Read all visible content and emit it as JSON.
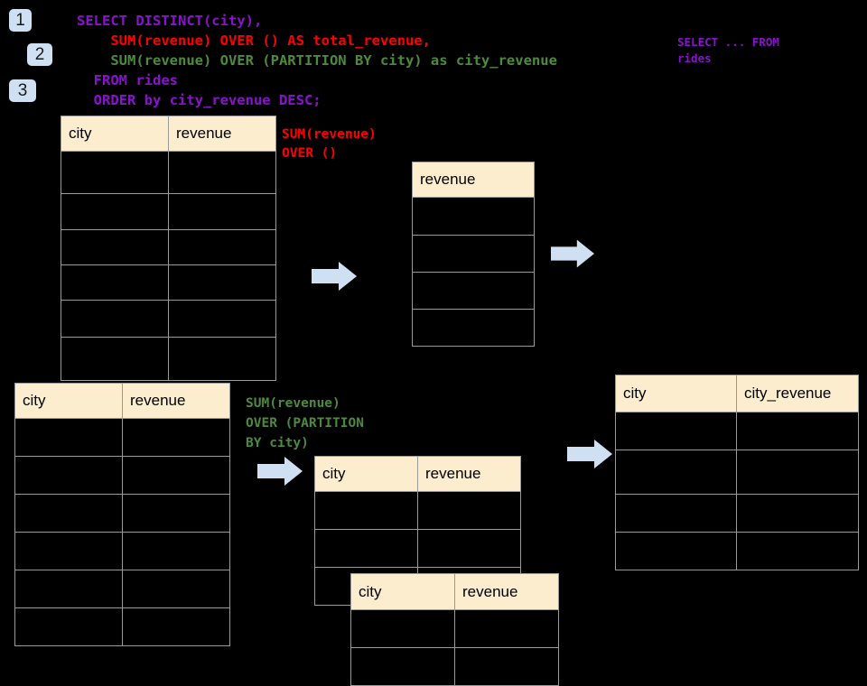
{
  "diagram": {
    "title": "SQL window function execution diagram",
    "background_color": "#000000",
    "header_color": "#FBEDCD",
    "arrow_color": "#CFE0F2",
    "badge_color": "#CFE0F2"
  },
  "badges": [
    {
      "label": "1"
    },
    {
      "label": "2"
    },
    {
      "label": "3"
    }
  ],
  "query": {
    "line1": "SELECT DISTINCT(city),",
    "line2": "    SUM(revenue) OVER () AS total_revenue,",
    "line3": "    SUM(revenue) OVER (PARTITION BY city) as city_revenue",
    "line4": "  FROM rides",
    "line5": "  ORDER by city_revenue DESC;"
  },
  "annotations": {
    "from_rides": "SELECT ... FROM\nrides",
    "sum_over_empty": "SUM(revenue)\nOVER ()",
    "sum_over_partition": "SUM(revenue)\nOVER (PARTITION\nBY city)"
  },
  "tables": {
    "source_top": {
      "name": "rides-source-table",
      "columns": [
        "city",
        "revenue"
      ],
      "rows": [
        [
          "",
          ""
        ],
        [
          "",
          ""
        ],
        [
          "",
          ""
        ],
        [
          "",
          ""
        ],
        [
          "",
          ""
        ],
        [
          "",
          ""
        ]
      ]
    },
    "total_revenue": {
      "name": "total-revenue-table",
      "columns": [
        "revenue"
      ],
      "rows": [
        [
          ""
        ],
        [
          ""
        ],
        [
          ""
        ],
        [
          ""
        ]
      ]
    },
    "source_bottom": {
      "name": "rides-source-table-partitioned",
      "columns": [
        "city",
        "revenue"
      ],
      "rows": [
        [
          "",
          ""
        ],
        [
          "",
          ""
        ],
        [
          "",
          ""
        ],
        [
          "",
          ""
        ],
        [
          "",
          ""
        ],
        [
          "",
          ""
        ]
      ]
    },
    "partition_back": {
      "name": "partition-group-back",
      "columns": [
        "city",
        "revenue"
      ],
      "rows": [
        [
          "",
          ""
        ],
        [
          "",
          ""
        ],
        [
          "",
          ""
        ]
      ]
    },
    "partition_front": {
      "name": "partition-group-front",
      "columns": [
        "city",
        "revenue"
      ],
      "rows": [
        [
          "",
          ""
        ],
        [
          "",
          ""
        ]
      ]
    },
    "result": {
      "name": "result-city-revenue-table",
      "columns": [
        "city",
        "city_revenue"
      ],
      "rows": [
        [
          "",
          ""
        ],
        [
          "",
          ""
        ],
        [
          "",
          ""
        ],
        [
          "",
          ""
        ]
      ]
    }
  },
  "arrows": [
    {
      "name": "arrow-source-to-total"
    },
    {
      "name": "arrow-total-to-result"
    },
    {
      "name": "arrow-source-to-partition"
    },
    {
      "name": "arrow-partition-to-result"
    }
  ]
}
